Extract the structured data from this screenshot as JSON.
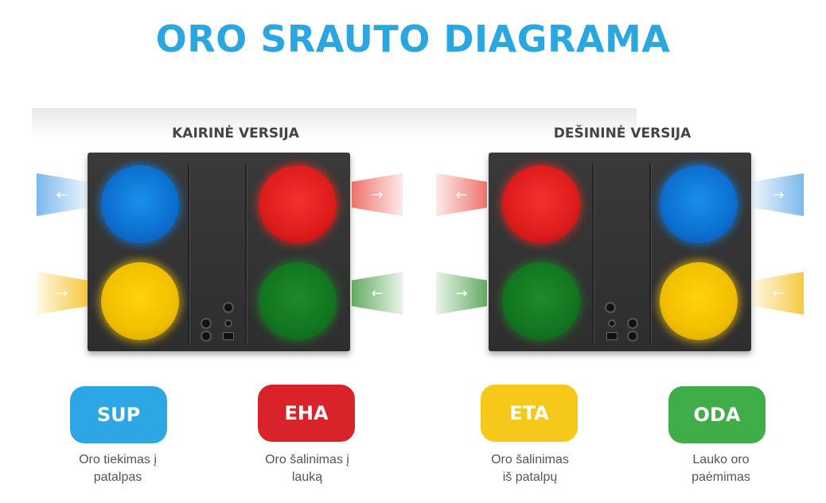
{
  "title": "ORO SRAUTO DIAGRAMA",
  "versions": {
    "left": {
      "label": "KAIRINĖ VERSIJA"
    },
    "right": {
      "label": "DEŠININĖ VERSIJA"
    }
  },
  "colors": {
    "title": "#2aa6e0",
    "sup": "#2ca6e4",
    "eha": "#d9232a",
    "eta": "#f5c81a",
    "oda": "#3fae49",
    "unit_body": "#333333"
  },
  "flow_arrows": {
    "left_arrow": "←",
    "right_arrow": "→"
  },
  "legend": [
    {
      "code": "SUP",
      "caption_line1": "Oro tiekimas į",
      "caption_line2": "patalpas"
    },
    {
      "code": "EHA",
      "caption_line1": "Oro šalinimas į",
      "caption_line2": "lauką"
    },
    {
      "code": "ETA",
      "caption_line1": "Oro šalinimas",
      "caption_line2": "iš patalpų"
    },
    {
      "code": "ODA",
      "caption_line1": "Lauko oro",
      "caption_line2": "paėmimas"
    }
  ]
}
